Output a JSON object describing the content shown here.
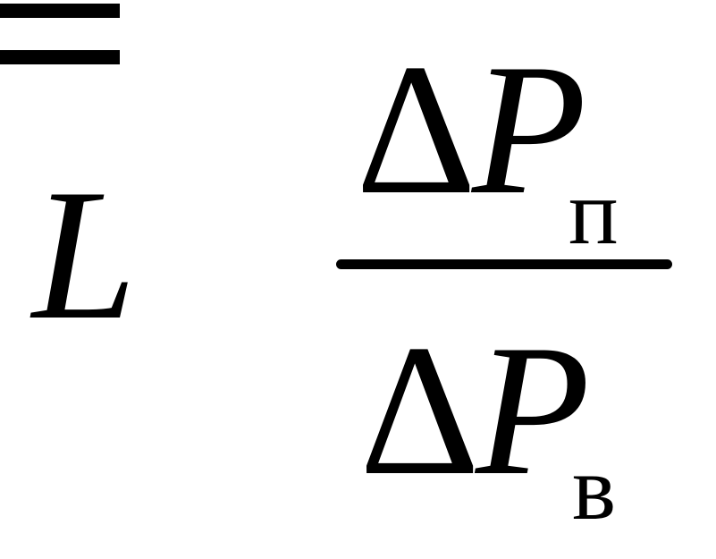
{
  "formula": {
    "lhs": "L",
    "numerator": {
      "delta": "Δ",
      "symbol": "P",
      "subscript": "п"
    },
    "denominator": {
      "delta": "Δ",
      "symbol": "P",
      "subscript": "в"
    }
  },
  "colors": {
    "ink": "#000000",
    "background": "#ffffff"
  }
}
